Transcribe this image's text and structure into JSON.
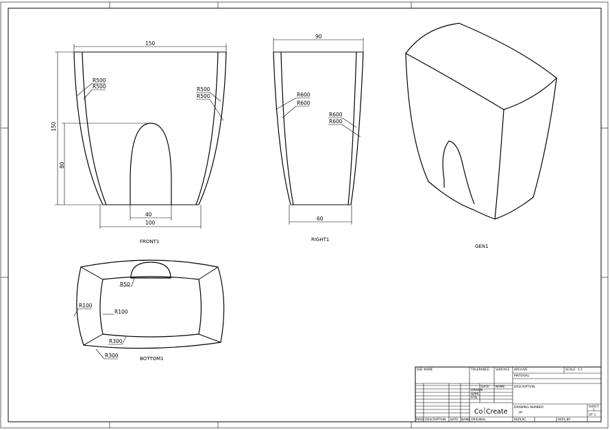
{
  "views": {
    "front": {
      "caption": "FRONT1",
      "dims": {
        "top_width": "150",
        "height": "150",
        "arch_height": "80",
        "arch_width": "40",
        "base_width": "100"
      },
      "radii": [
        "R500",
        "R500",
        "R500",
        "R500"
      ]
    },
    "right": {
      "caption": "RIGHT1",
      "dims": {
        "top_width": "90",
        "base_width": "60"
      },
      "radii": [
        "R600",
        "R600",
        "R600",
        "R600"
      ]
    },
    "iso": {
      "caption": "GEN1"
    },
    "bottom": {
      "caption": "BOTTOM1",
      "radii": [
        "R50",
        "R100",
        "R100",
        "R300",
        "R300"
      ]
    }
  },
  "title_block": {
    "use_name": "USE NAME",
    "tolerance": "TOLERANCE",
    "surface": "SURFACE",
    "archive": "ARCHIVE",
    "scale": "SCALE",
    "scale_value": "1:1",
    "material": "MATERIAL",
    "date": "DATE",
    "name": "NAME",
    "description": "DESCRIPTION",
    "drawn": "DRAWN",
    "appr": "APPR.",
    "stand": "STD.",
    "logo_left": "Co",
    "logo_right": "Create",
    "drawing_number": "DRAWING-NUMBER",
    "drawing_number_value": "gn",
    "sheet": "SHEET",
    "sheet_value": "1",
    "of": "OF 1",
    "mod": "MOD",
    "mod_description": "DESCRIPTION",
    "mod_date": "DATE",
    "mod_name": "NAME",
    "original": "ORIGINAL",
    "replacement": "REPLAC.",
    "replaced_by": "REPL.BY"
  }
}
